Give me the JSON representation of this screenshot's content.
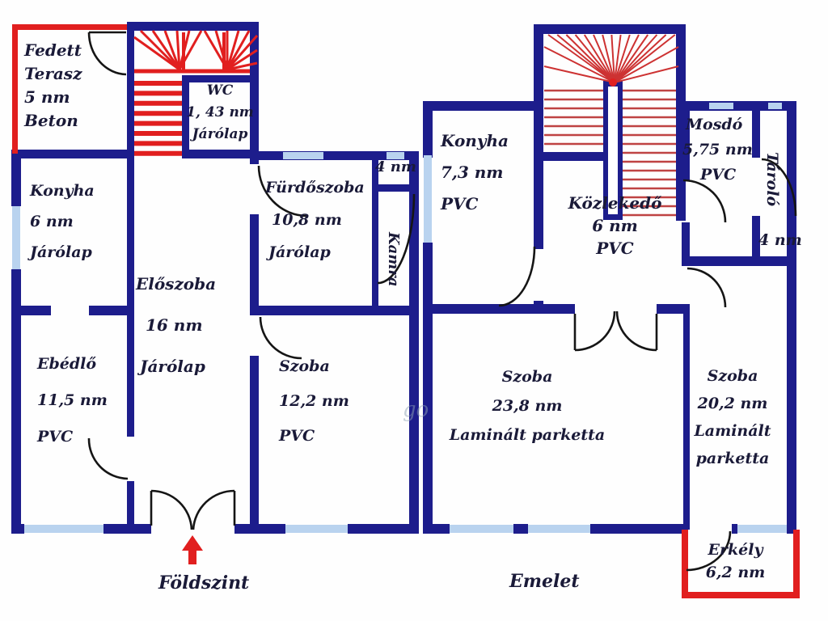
{
  "colors": {
    "wall_navy": "#1d1d8c",
    "window_blue": "#b9d3ef",
    "accent_red": "#e11f1f",
    "tread_red": "#bf4343",
    "text_dark": "#1a1a38"
  },
  "watermark": "go",
  "ground": {
    "caption": "Földszint",
    "terasz": [
      "Fedett",
      "Terasz",
      "5 nm",
      "Beton"
    ],
    "wc": [
      "WC",
      "1, 43 nm",
      "Járólap"
    ],
    "konyha": [
      "Konyha",
      "6 nm",
      "Járólap"
    ],
    "ebedlo": [
      "Ebédlő",
      "11,5 nm",
      "PVC"
    ],
    "eloszoba": [
      "Előszoba",
      "16 nm",
      "Járólap"
    ],
    "furdoszoba": [
      "Fürdőszoba",
      "10,8 nm",
      "Járólap"
    ],
    "kamra": {
      "area": "4 nm",
      "name": "Kamra"
    },
    "szoba": [
      "Szoba",
      "12,2 nm",
      "PVC"
    ]
  },
  "upper": {
    "caption": "Emelet",
    "konyha": [
      "Konyha",
      "7,3 nm",
      "PVC"
    ],
    "kozlekedo": [
      "Közlekedő",
      "6 nm",
      "PVC"
    ],
    "mosdo": [
      "Mosdó",
      "5,75 nm",
      "PVC"
    ],
    "tarolo": {
      "name": "Tároló",
      "area": "4 nm"
    },
    "szoba_nagy": [
      "Szoba",
      "23,8 nm",
      "Laminált parketta"
    ],
    "szoba_kis": [
      "Szoba",
      "20,2 nm",
      "Laminált",
      "parketta"
    ],
    "erkely": [
      "Erkély",
      "6,2 nm"
    ]
  }
}
